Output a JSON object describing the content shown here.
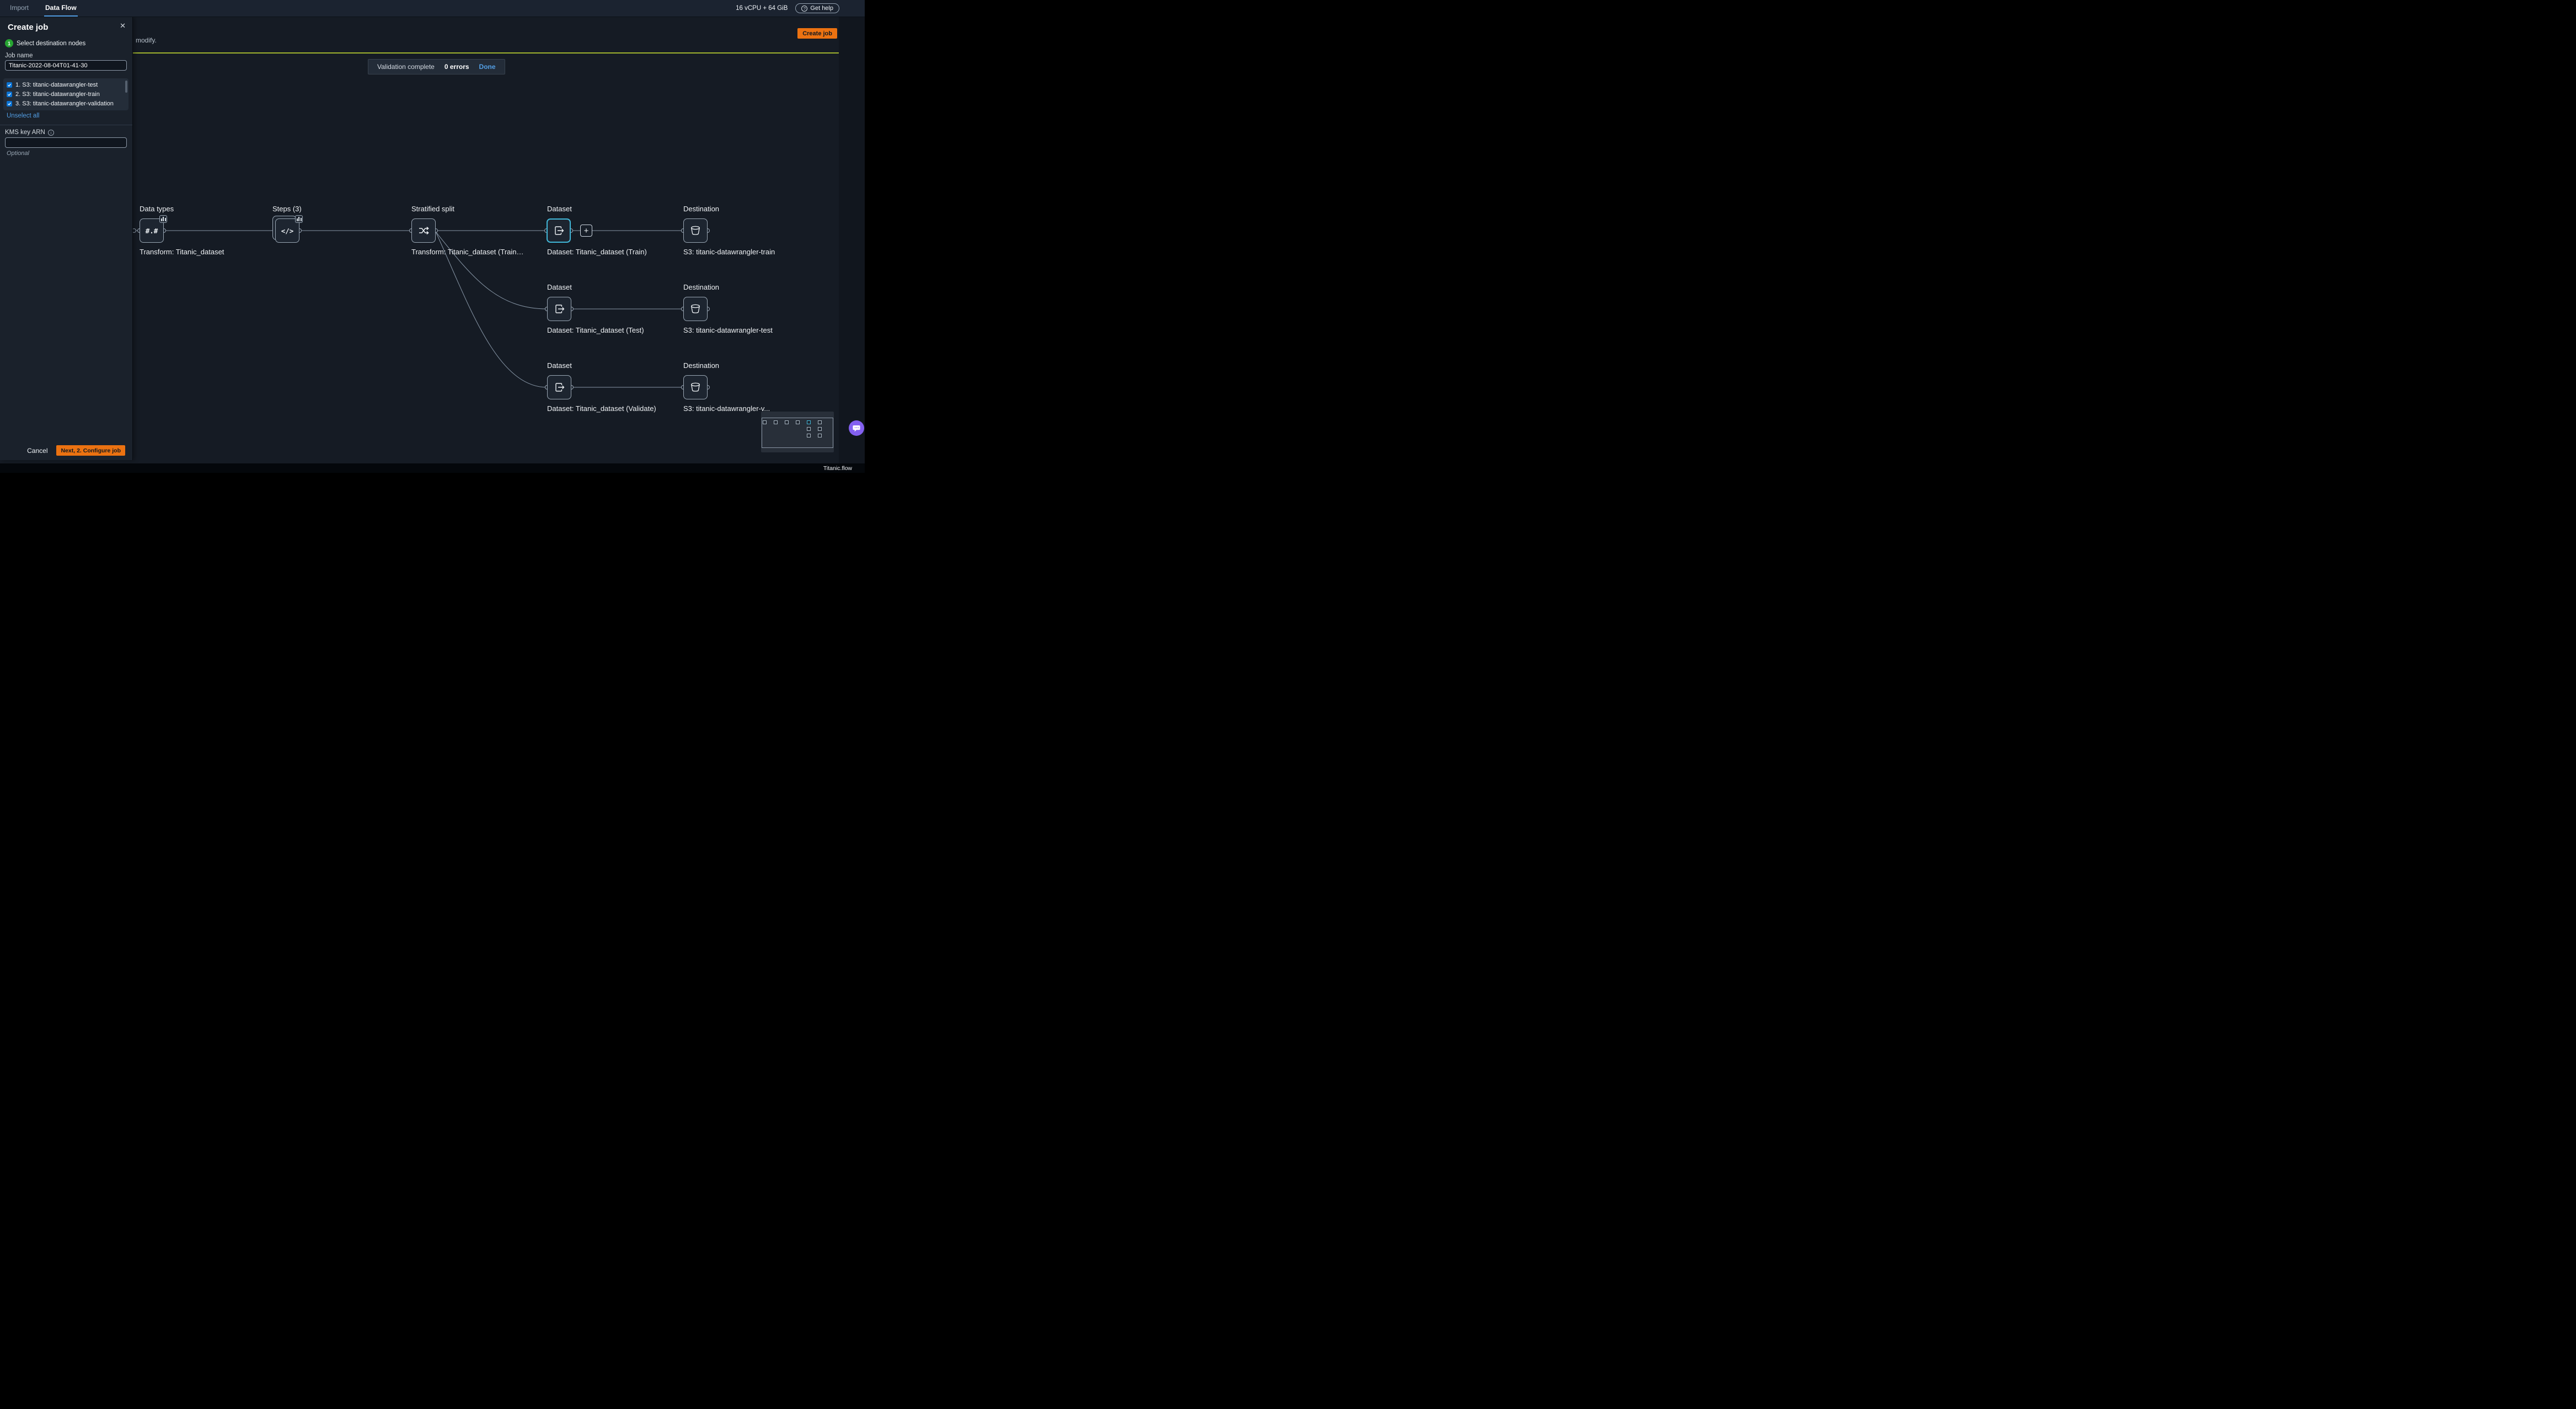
{
  "topbar": {
    "tabs": [
      {
        "label": "Import"
      },
      {
        "label": "Data Flow"
      }
    ],
    "resources_label": "16 vCPU + 64 GiB",
    "get_help_label": "Get help"
  },
  "create_job_panel": {
    "title": "Create job",
    "step": {
      "number": "1",
      "label": "Select destination nodes"
    },
    "job_name": {
      "label": "Job name",
      "value": "Titanic-2022-08-04T01-41-30"
    },
    "destinations": [
      {
        "label": "1. S3: titanic-datawrangler-test",
        "checked": true
      },
      {
        "label": "2. S3: titanic-datawrangler-train",
        "checked": true
      },
      {
        "label": "3. S3: titanic-datawrangler-validation",
        "checked": true
      }
    ],
    "unselect_all_label": "Unselect all",
    "kms": {
      "label": "KMS key ARN",
      "value": "",
      "helper": "Optional"
    },
    "cancel_label": "Cancel",
    "next_label": "Next, 2. Configure job"
  },
  "flow_header": {
    "notice_fragment": "modify.",
    "create_job_label": "Create job"
  },
  "validation_toast": {
    "message": "Validation complete",
    "errors": "0 errors",
    "done_label": "Done"
  },
  "flow": {
    "nodes": [
      {
        "title": "Data types",
        "sublabel": "Transform: Titanic_dataset"
      },
      {
        "title": "Steps (3)",
        "sublabel": ""
      },
      {
        "title": "Stratified split",
        "sublabel": "Transform: Titanic_dataset (Train…"
      },
      {
        "title": "Dataset",
        "sublabel": "Dataset: Titanic_dataset (Train)",
        "selected": true
      },
      {
        "title": "Destination",
        "sublabel": "S3: titanic-datawrangler-train"
      },
      {
        "title": "Dataset",
        "sublabel": "Dataset: Titanic_dataset (Test)"
      },
      {
        "title": "Destination",
        "sublabel": "S3: titanic-datawrangler-test"
      },
      {
        "title": "Dataset",
        "sublabel": "Dataset: Titanic_dataset (Validate)"
      },
      {
        "title": "Destination",
        "sublabel": "S3: titanic-datawrangler-v..."
      }
    ],
    "data_types_glyph": "#.#",
    "steps_glyph": "</>",
    "add_button_label": "+"
  },
  "statusbar": {
    "filename": "Titanic.flow"
  },
  "colors": {
    "accent_orange": "#ec7211",
    "accent_blue": "#539fe5",
    "selected_cyan": "#41b7d8",
    "validation_green": "#a0b42e",
    "checkbox_blue": "#0972d3",
    "step_badge_green": "#27a532"
  }
}
